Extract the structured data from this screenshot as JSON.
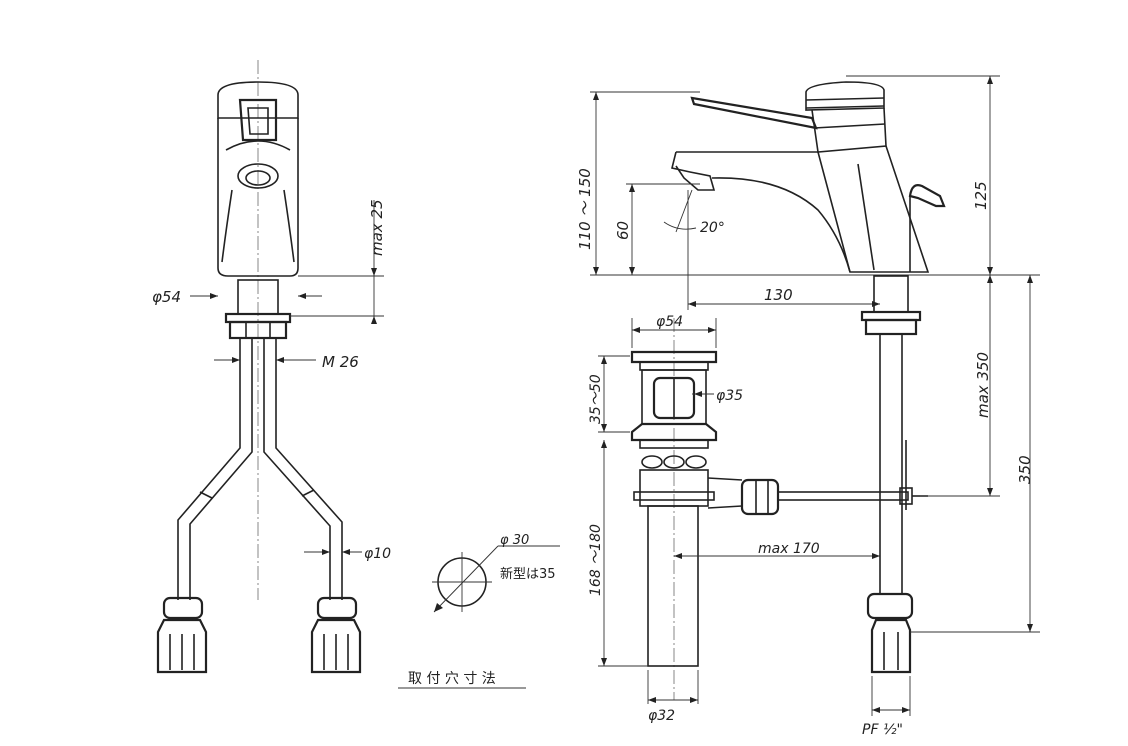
{
  "labels": {
    "phi54_front": "φ54",
    "max25": "max 25",
    "m26": "M 26",
    "phi10": "φ10",
    "phi30": "φ 30",
    "new_model": "新型は35",
    "mounting_hole": "取 付 穴 寸 法",
    "h110_150": "110 ～ 150",
    "h60": "60",
    "angle20": "20°",
    "w130": "130",
    "h125": "125",
    "phi54_drain": "φ54",
    "phi35": "φ35",
    "h35_50": "35～50",
    "h168_180": "168 ～180",
    "max170": "max 170",
    "phi32": "φ32",
    "max350": "max 350",
    "h350": "350",
    "pf": "PF ½\""
  }
}
